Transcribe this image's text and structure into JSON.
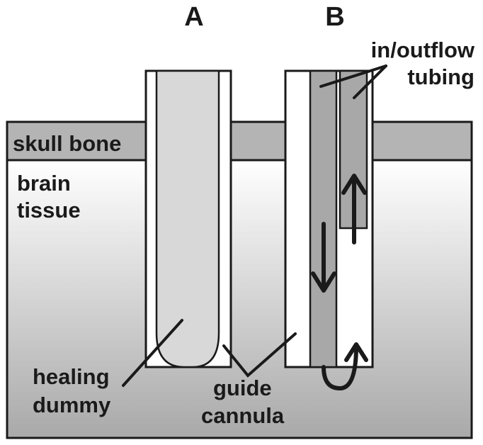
{
  "panels": {
    "a_label": "A",
    "b_label": "B"
  },
  "labels": {
    "skull_bone": "skull bone",
    "brain_line1": "brain",
    "brain_line2": "tissue",
    "tubing_line1": "in/outflow",
    "tubing_line2": "tubing",
    "dummy_line1": "healing",
    "dummy_line2": "dummy",
    "cannula_line1": "guide",
    "cannula_line2": "cannula"
  },
  "colors": {
    "outline": "#1a1a1a",
    "bone_fill": "#b4b4b4",
    "dummy_fill": "#d8d8d8",
    "tubing_fill": "#a8a8a8",
    "tissue_top": "#ffffff",
    "tissue_bottom": "#a9a9a9"
  }
}
